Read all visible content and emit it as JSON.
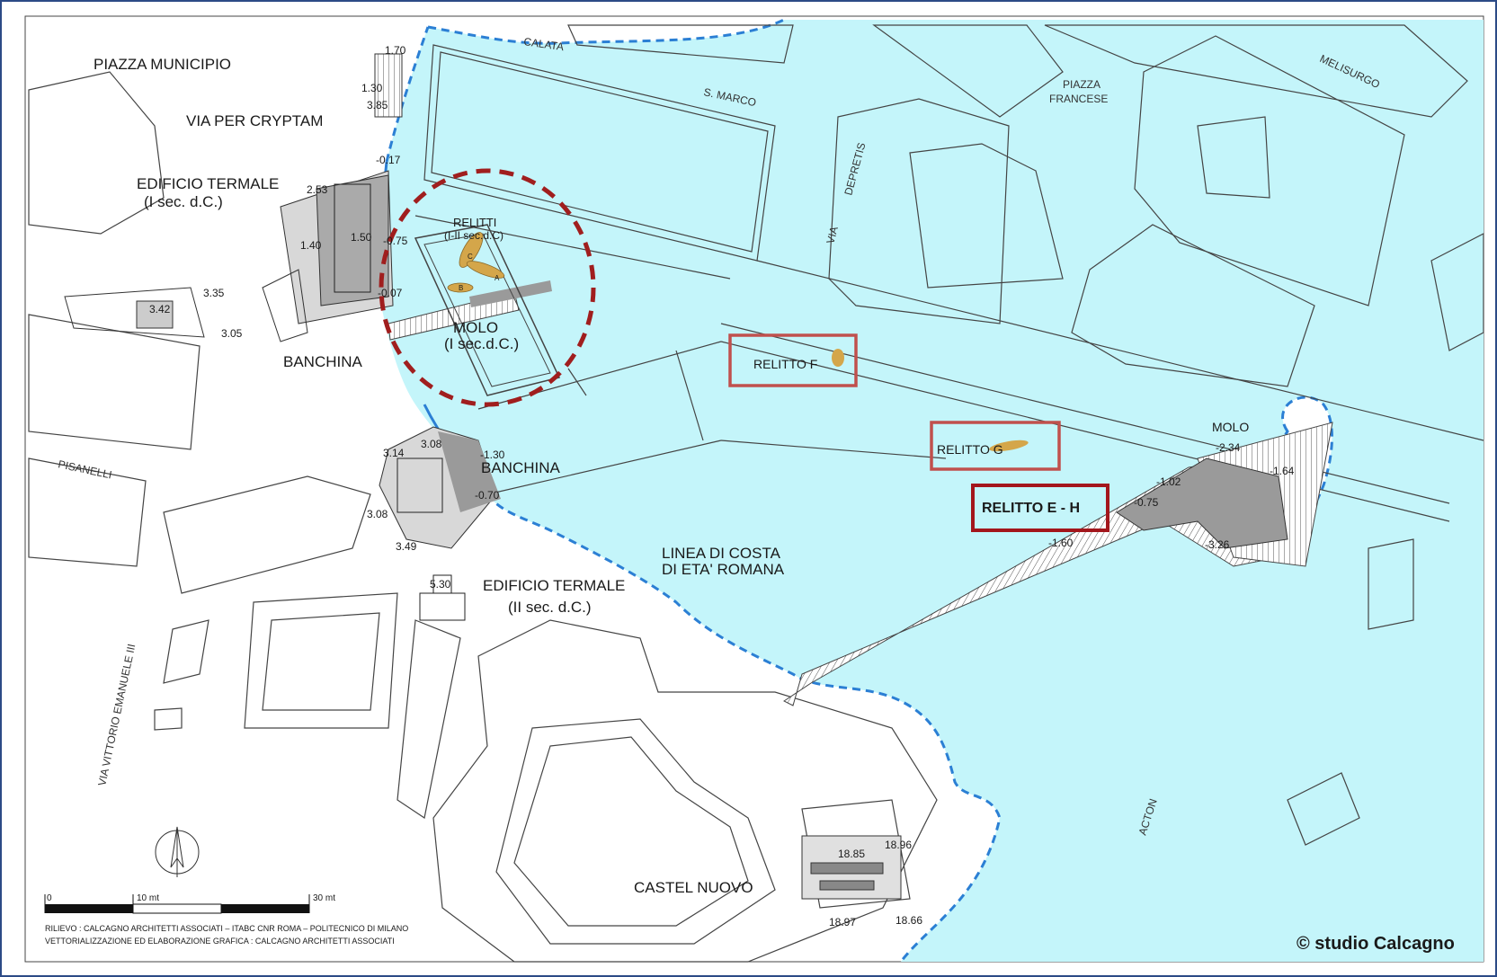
{
  "labels": {
    "piazza_municipio": "PIAZZA MUNICIPIO",
    "via_per_cryptam": "VIA PER CRYPTAM",
    "edificio_termale_1": "EDIFICIO TERMALE",
    "edificio_termale_1_date": "(I sec. d.C.)",
    "relitti": "RELITTI",
    "relitti_date": "(I-II sec.d.C)",
    "molo_roman": "MOLO",
    "molo_roman_date": "(I sec.d.C.)",
    "banchina_1": "BANCHINA",
    "banchina_2": "BANCHINA",
    "relitto_f": "RELITTO F",
    "relitto_g": "RELITTO G",
    "relitto_eh": "RELITTO E - H",
    "molo_east": "MOLO",
    "linea_costa_1": "LINEA DI COSTA",
    "linea_costa_2": "DI ETA' ROMANA",
    "edificio_termale_2": "EDIFICIO TERMALE",
    "edificio_termale_2_date": "(II sec. d.C.)",
    "castel_nuovo": "CASTEL NUOVO",
    "copyright": "© studio Calcagno"
  },
  "streets": {
    "calata": "CALATA",
    "s_marco": "S. MARCO",
    "piazza": "PIAZZA",
    "francese": "FRANCESE",
    "melisurgo": "MELISURGO",
    "via": "VIA",
    "depretis": "DEPRETIS",
    "pisanelli": "PISANELLI",
    "via_vittorio": "VIA VITTORIO EMANUELE III",
    "acton": "ACTON"
  },
  "elevations": {
    "e1": "1.70",
    "e2": "1.30",
    "e3": "3.85",
    "e4": "-0.17",
    "e5": "2.53",
    "e6": "1.40",
    "e7": "1.50",
    "e8": "-0.75",
    "e9": "-0.07",
    "e10": "3.42",
    "e11": "3.35",
    "e12": "3.05",
    "e13": "3.14",
    "e14": "3.08",
    "e15": "-1.30",
    "e16": "-0.70",
    "e17": "3.08",
    "e18": "3.49",
    "e19": "5.30",
    "e20": "-2.34",
    "e21": "-1.64",
    "e22": "-1.02",
    "e23": "-0.75",
    "e24": "-1.60",
    "e25": "-3.26",
    "e26": "18.85",
    "e27": "18.96",
    "e28": "18.97",
    "e29": "18.66"
  },
  "scale": {
    "zero": "0",
    "ten": "10 mt",
    "thirty": "30 mt"
  },
  "credits": {
    "line1": "RILIEVO : CALCAGNO ARCHITETTI ASSOCIATI – ITABC CNR ROMA – POLITECNICO DI MILANO",
    "line2": "VETTORIALIZZAZIONE ED ELABORAZIONE GRAFICA : CALCAGNO ARCHITETTI ASSOCIATI"
  },
  "wrecks": {
    "a": "A",
    "b": "B",
    "c": "C"
  },
  "colors": {
    "sea": "#c4f5fa",
    "coast_line": "#2b7fd4",
    "highlight_circle": "#a01e1e",
    "box_red": "#c0504d",
    "box_dark_red": "#a3161c",
    "wreck": "#d4a64a",
    "frame": "#2c4a86"
  }
}
